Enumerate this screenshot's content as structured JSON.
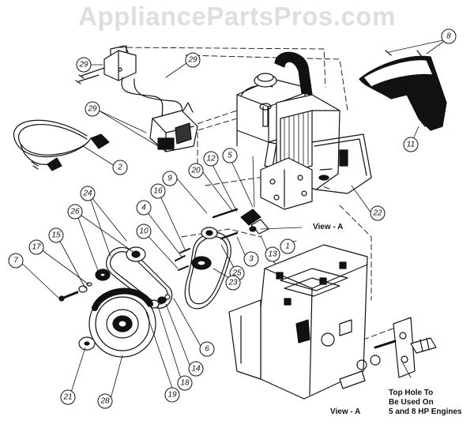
{
  "watermark": "AppliancePartsPros.com",
  "view_labels": {
    "top": "View - A",
    "bottom": "View - A"
  },
  "note": {
    "line1": "Top Hole To",
    "line2": "Be Used On",
    "line3": "5 and 8 HP Engines"
  },
  "callouts": [
    "29",
    "29",
    "29",
    "2",
    "8",
    "11",
    "22",
    "9",
    "16",
    "20",
    "12",
    "5",
    "4",
    "10",
    "1",
    "13",
    "3",
    "25",
    "23",
    "24",
    "26",
    "15",
    "17",
    "7",
    "6",
    "14",
    "18",
    "19",
    "28",
    "21"
  ],
  "colors": {
    "line": "#111111",
    "watermark": "#dedede"
  }
}
